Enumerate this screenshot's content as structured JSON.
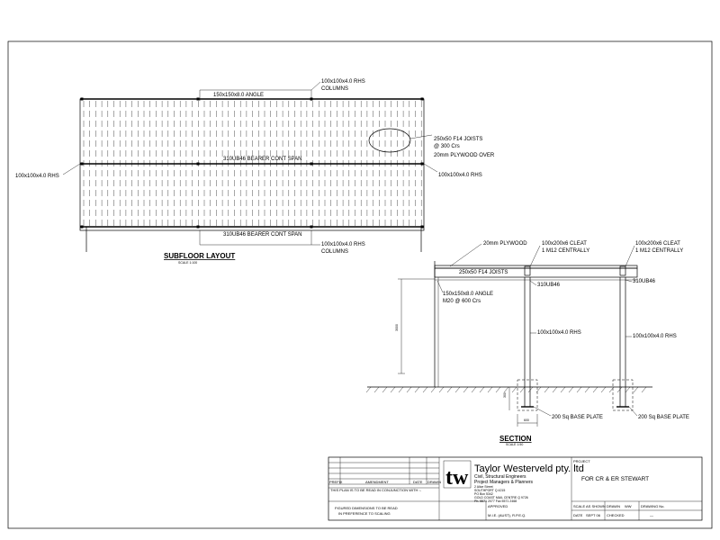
{
  "plan": {
    "title": "SUBFLOOR LAYOUT",
    "scale": "SCALE 1:100",
    "labels": {
      "columns_top_1": "100x100x4.0 RHS",
      "columns_top_2": "COLUMNS",
      "angle": "150x150x8.0 ANGLE",
      "joists_1": "250x50 F14 JOISTS",
      "joists_2": "@ 300 Crs",
      "joists_3": "20mm PLYWOOD OVER",
      "rhs_left": "100x100x4.0 RHS",
      "rhs_right": "100x100x4.0 RHS",
      "bearer_1": "310UB46 BEARER CONT SPAN",
      "bearer_2": "310UB46 BEARER CONT SPAN",
      "columns_bottom_1": "100x100x4.0 RHS",
      "columns_bottom_2": "COLUMNS"
    }
  },
  "section": {
    "title": "SECTION",
    "scale": "SCALE 1:50",
    "labels": {
      "plywood": "20mm PLYWOOD",
      "cleat_1a": "100x200x6 CLEAT",
      "cleat_1b": "1 M12 CENTRALLY",
      "cleat_2a": "100x200x6 CLEAT",
      "cleat_2b": "1 M12 CENTRALLY",
      "joists": "250x50 F14 JOISTS",
      "ub_1": "310UB46",
      "ub_2": "310UB46",
      "angle_1": "150x150x8.0 ANGLE",
      "angle_2": "M20 @ 600 Crs",
      "rhs_1": "100x100x4.0 RHS",
      "rhs_2": "100x100x4.0 RHS",
      "base_1": "200 Sq BASE PLATE",
      "base_2": "200 Sq BASE PLATE",
      "dim_height": "3000",
      "dim_footing": "300",
      "dim_width": "600"
    }
  },
  "title_block": {
    "amendment_header": {
      "prefix": "PREFIX",
      "amendment": "AMENDMENT",
      "date": "DATE",
      "drawn": "DRAWN"
    },
    "read_note": "THIS PLAN IS TO BE READ IN CONJUNCTION WITH :-",
    "logo_letters": "tw",
    "firm_name": "Taylor Westerveld pty. ltd",
    "firm_lines": [
      "Civil, Structural Engineers",
      "Project Managers & Planners",
      "2 Alice Street",
      "SOUTHPORT Q 4215",
      "PO Box 5342",
      "GOLD COAST MAIL CENTRE Q 9726",
      "Ph. 5571 2077   Fax 5571 2468"
    ],
    "figured_note_1": "FIGURED DIMENSIONS TO BE READ",
    "figured_note_2": "IN PREFERENCE TO SCALING",
    "approved": "APPROVED",
    "mie": "M.I.E. (AUST), R.P.E.Q.",
    "project_label": "PROJECT",
    "project_name": "FOR CR & ER STEWART",
    "scale_label": "SCALE AS SHOWN",
    "drawn_label": "DRAWN",
    "drawn_value": "WW",
    "drawing_no_label": "DRAWING No.",
    "date_label": "DATE",
    "date_value": "SEPT 06",
    "checked_label": "CHECKED",
    "dash": "—"
  }
}
